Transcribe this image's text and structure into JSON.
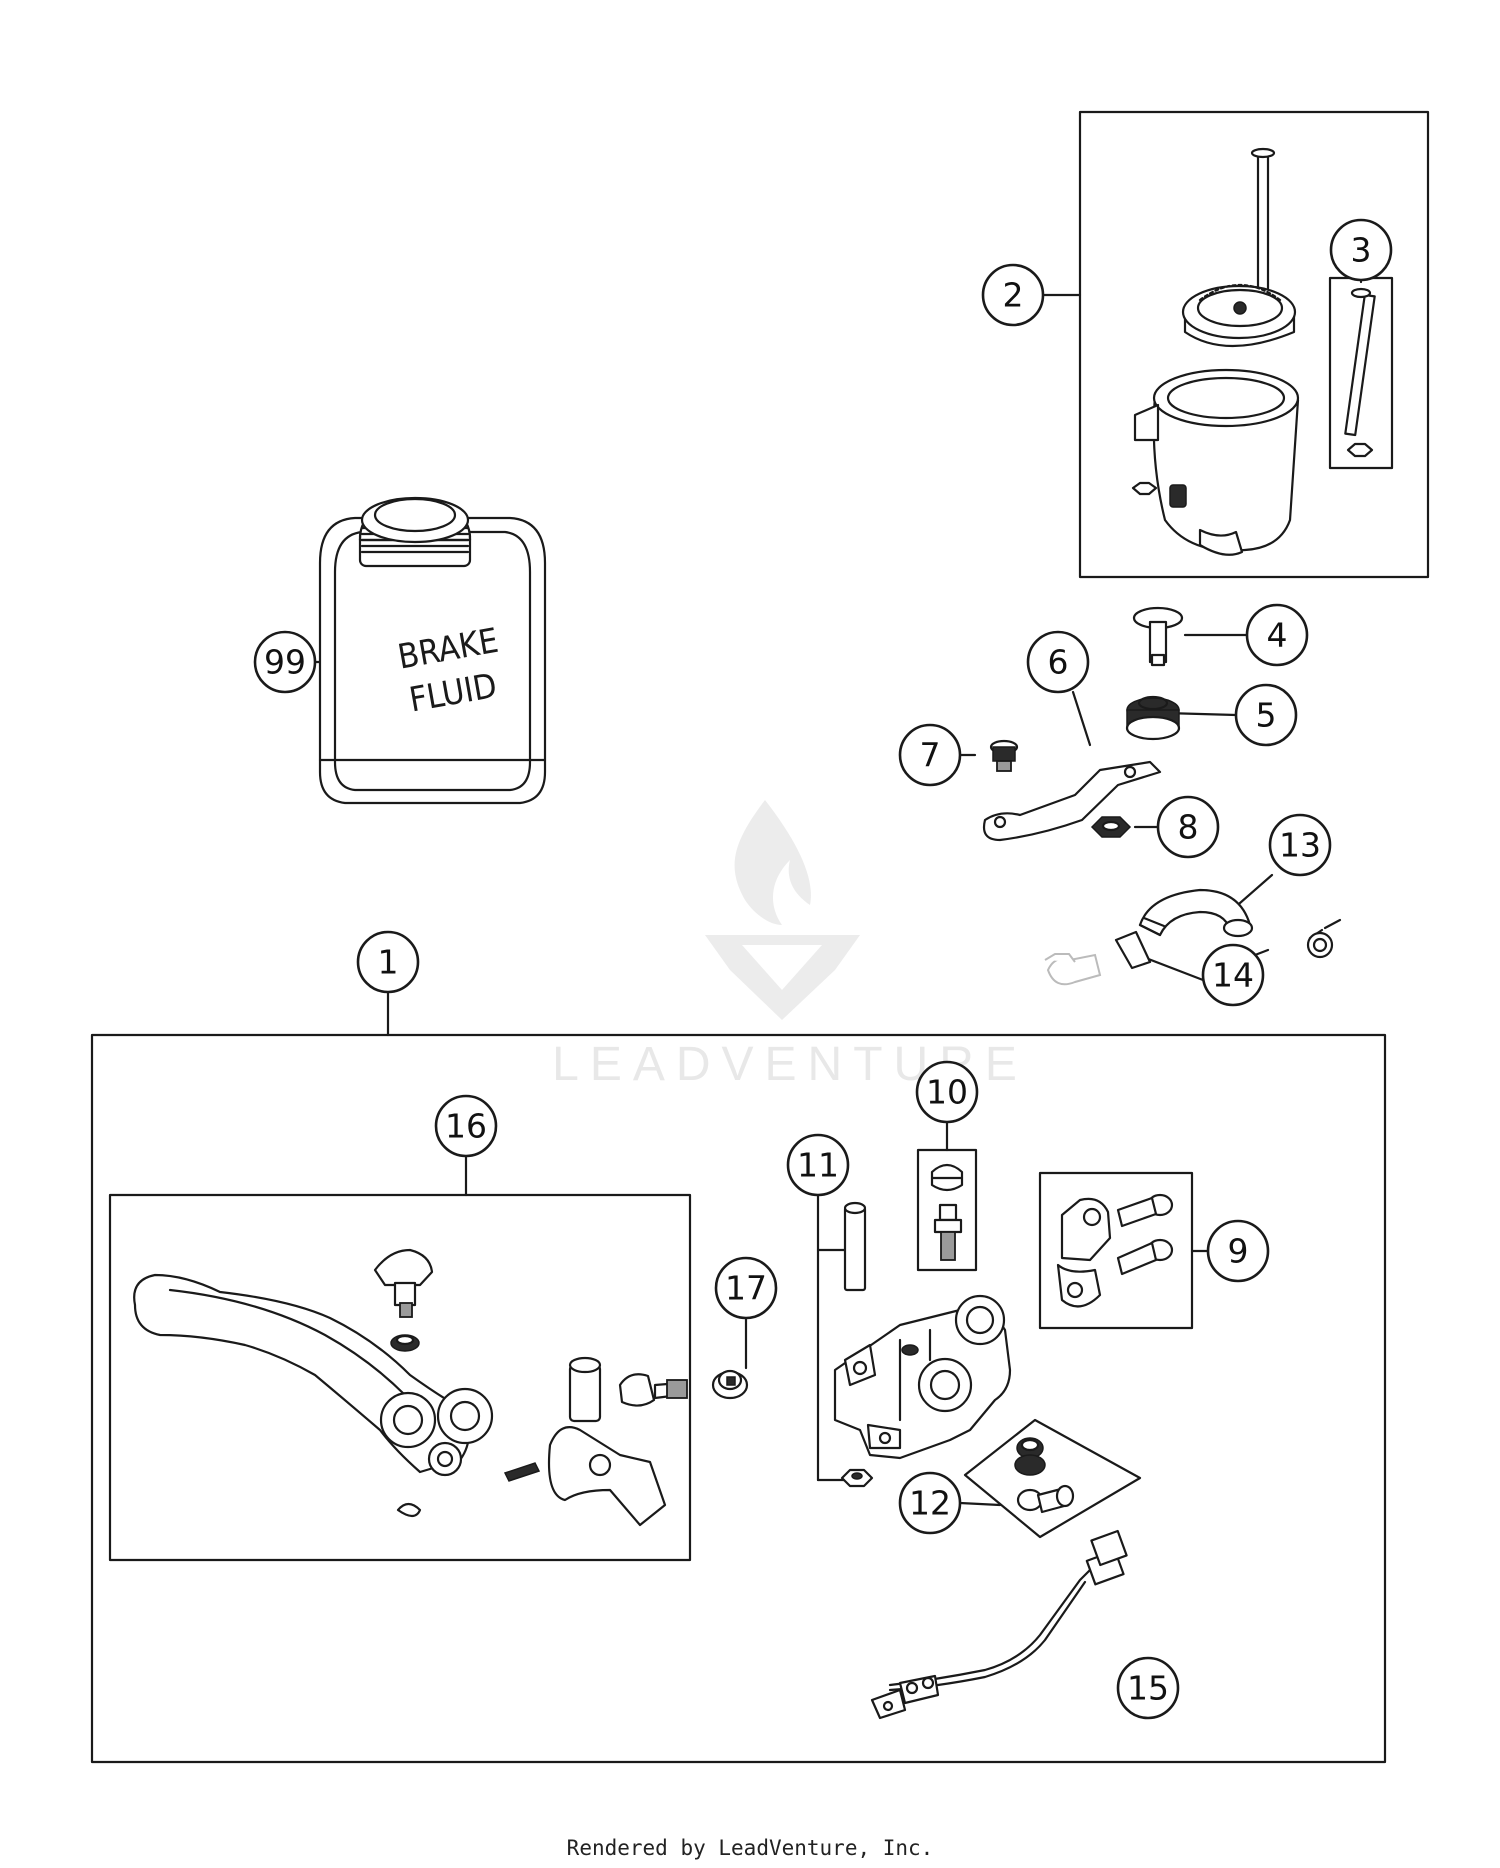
{
  "watermark": {
    "text": "LEADVENTURE"
  },
  "bottle": {
    "label_line1": "BRAKE",
    "label_line2": "FLUID"
  },
  "callouts": [
    "1",
    "2",
    "3",
    "4",
    "5",
    "6",
    "7",
    "8",
    "9",
    "10",
    "11",
    "12",
    "13",
    "14",
    "15",
    "16",
    "17",
    "99"
  ],
  "footer": {
    "text": "Rendered by LeadVenture, Inc."
  }
}
